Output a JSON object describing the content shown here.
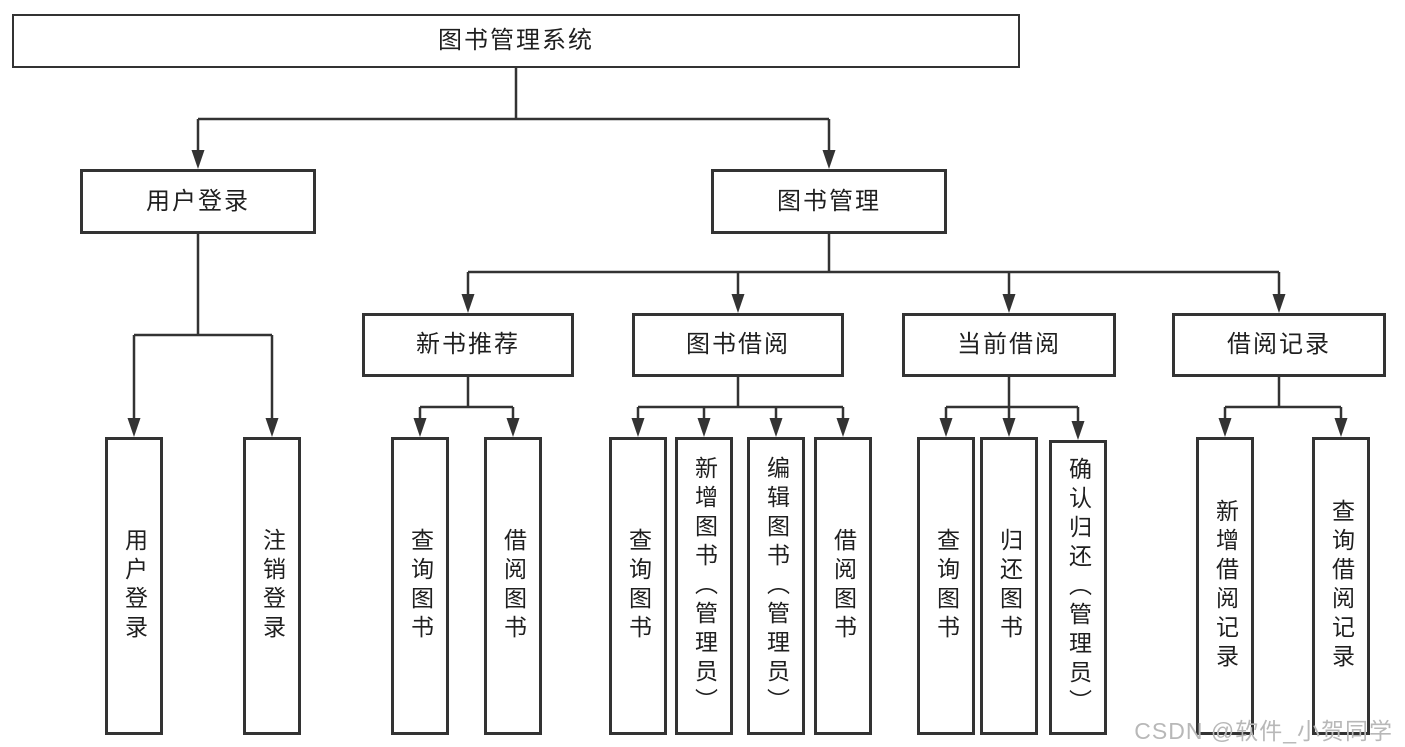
{
  "colors": {
    "line": "#333333",
    "box_border": "#333333",
    "text": "#1f1f1f",
    "background": "#ffffff",
    "watermark": "#b8b8b8"
  },
  "watermark": "CSDN @软件_小贺同学",
  "tree": {
    "root": "图书管理系统",
    "branches": [
      {
        "label": "用户登录",
        "children": [
          "用户登录",
          "注销登录"
        ]
      },
      {
        "label": "图书管理",
        "sections": [
          {
            "label": "新书推荐",
            "children": [
              "查询图书",
              "借阅图书"
            ]
          },
          {
            "label": "图书借阅",
            "children": [
              "查询图书",
              "新增图书（管理员）",
              "编辑图书（管理员）",
              "借阅图书"
            ]
          },
          {
            "label": "当前借阅",
            "children": [
              "查询图书",
              "归还图书",
              "确认归还（管理员）"
            ]
          },
          {
            "label": "借阅记录",
            "children": [
              "新增借阅记录",
              "查询借阅记录"
            ]
          }
        ]
      }
    ]
  }
}
